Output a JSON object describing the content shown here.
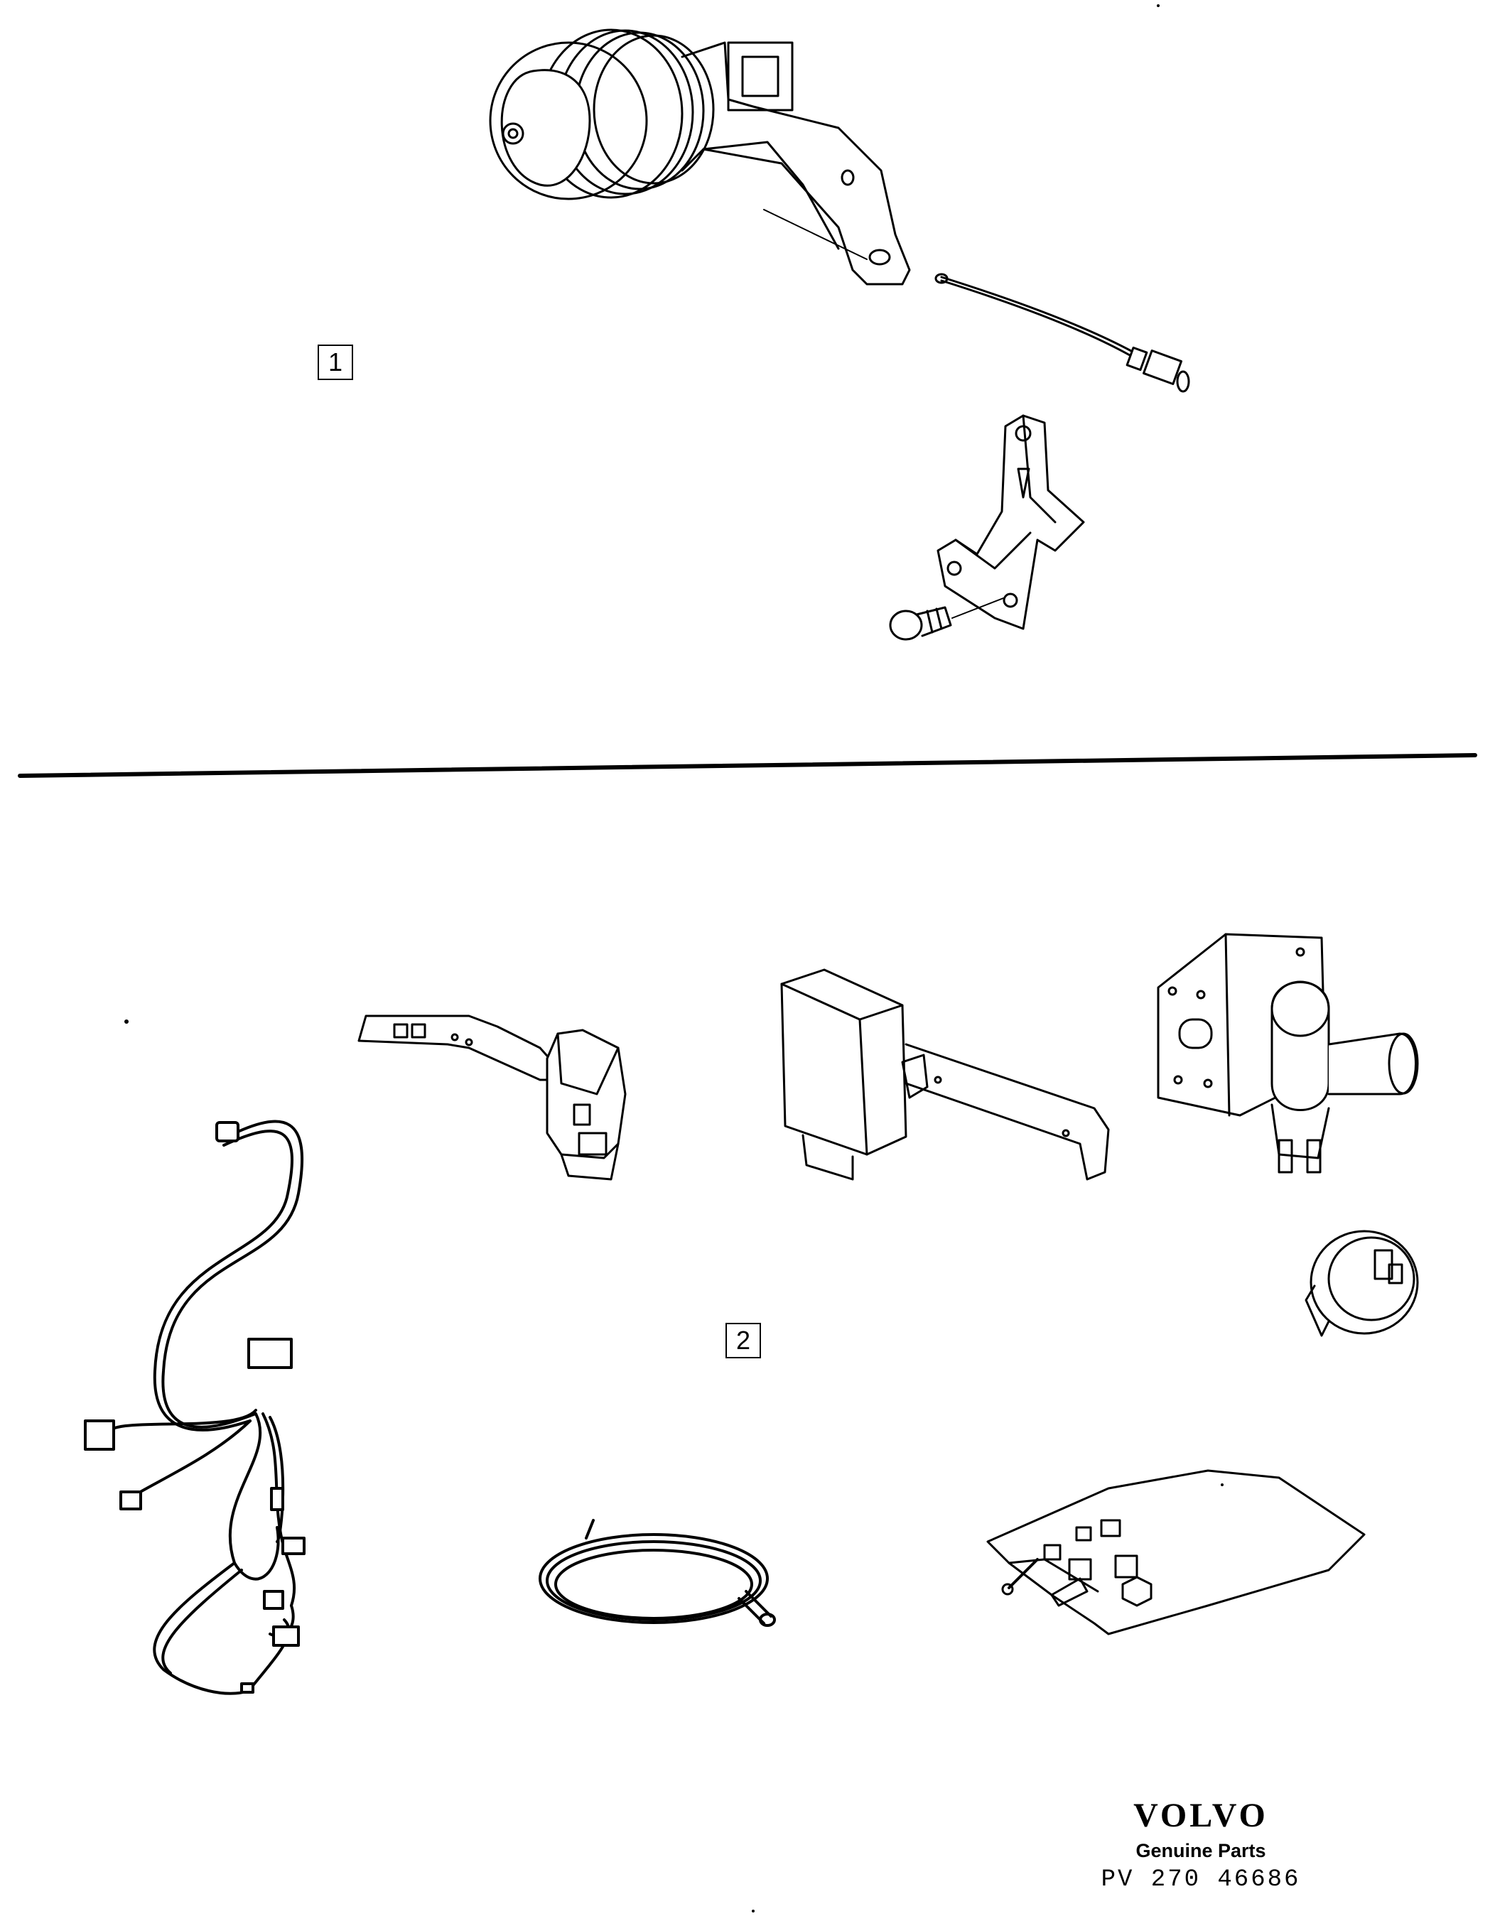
{
  "callouts": {
    "upper": "1",
    "lower": "2"
  },
  "brand": {
    "logo": "VOLVO",
    "subtitle": "Genuine Parts",
    "code": "PV  270  46686"
  },
  "colors": {
    "ink": "#000000",
    "paper": "#ffffff"
  }
}
